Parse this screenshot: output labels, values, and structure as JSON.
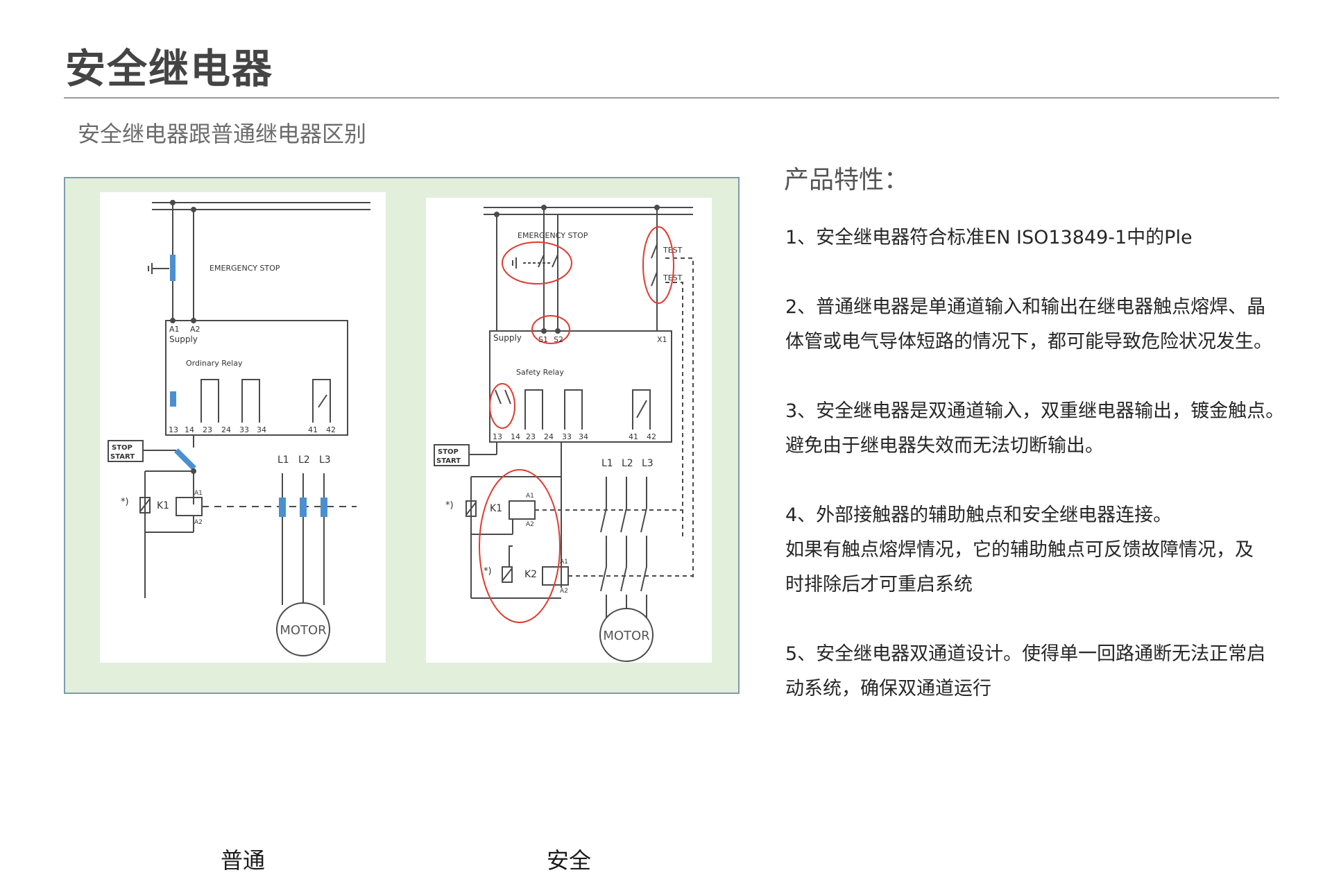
{
  "header": {
    "title": "安全继电器",
    "subtitle": "安全继电器跟普通继电器区别"
  },
  "diagram": {
    "captions": {
      "ordinary": "普通",
      "safety": "安全"
    },
    "ordinary": {
      "emergency_stop": "EMERGENCY STOP",
      "supply": "Supply",
      "relay_name": "Ordinary Relay",
      "terminals_top": [
        "A1",
        "A2"
      ],
      "terminals_bottom": [
        "13",
        "14",
        "23",
        "24",
        "33",
        "34",
        "41",
        "42"
      ],
      "stop_label": "STOP",
      "start_label": "START",
      "coil_note": "*)",
      "coil_label": "K1",
      "coil_a1": "A1",
      "coil_a2": "A2",
      "phases": [
        "L1",
        "L2",
        "L3"
      ],
      "motor": "MOTOR"
    },
    "safety": {
      "emergency_stop": "EMERGENCY STOP",
      "test_labels": [
        "TEST",
        "TEST"
      ],
      "supply": "Supply",
      "relay_name": "Safety Relay",
      "terminals_top": [
        "S1",
        "S2"
      ],
      "terminal_x1": "X1",
      "terminals_bottom": [
        "13",
        "14",
        "23",
        "24",
        "33",
        "34",
        "41",
        "42"
      ],
      "stop_label": "STOP",
      "start_label": "START",
      "coil_notes": [
        "*)",
        "*)"
      ],
      "coil_labels": [
        "K1",
        "K2"
      ],
      "coil_terms": [
        "A1",
        "A2",
        "A1",
        "A2"
      ],
      "phases": [
        "L1",
        "L2",
        "L3"
      ],
      "motor": "MOTOR"
    },
    "colors": {
      "panel_bg": "#e2efda",
      "contact_blue": "#4a90d0",
      "highlight_red": "#e03a2f",
      "wire": "#4a4a4a"
    }
  },
  "features": {
    "heading": "产品特性：",
    "items": [
      {
        "lines": [
          "1、安全继电器符合标准EN ISO13849-1中的Ple"
        ]
      },
      {
        "lines": [
          "2、普通继电器是单通道输入和输出在继电器触点熔焊、晶",
          "体管或电气导体短路的情况下，都可能导致危险状况发生。"
        ]
      },
      {
        "lines": [
          "3、安全继电器是双通道输入，双重继电器输出，镀金触点。",
          "避免由于继电器失效而无法切断输出。"
        ]
      },
      {
        "lines": [
          "4、外部接触器的辅助触点和安全继电器连接。",
          "如果有触点熔焊情况，它的辅助触点可反馈故障情况，及",
          "时排除后才可重启系统"
        ]
      },
      {
        "lines": [
          "5、安全继电器双通道设计。使得单一回路通断无法正常启",
          "动系统，确保双通道运行"
        ]
      }
    ]
  }
}
